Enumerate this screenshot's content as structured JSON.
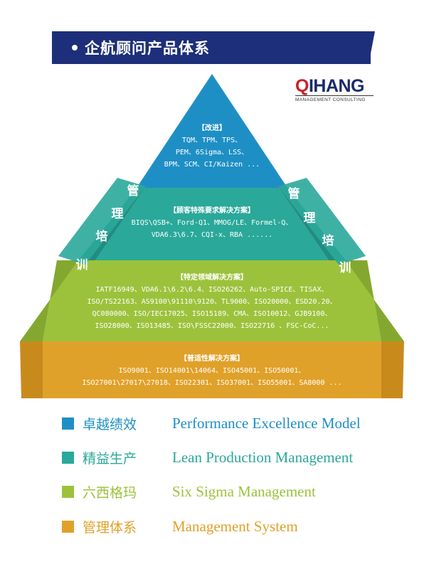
{
  "header": {
    "title": "企航顾问产品体系"
  },
  "logo": {
    "brand_q": "Q",
    "brand_rest": "IHANG",
    "subtitle": "MANAGEMENT CONSULTING"
  },
  "pyramid": {
    "tiers": [
      {
        "heading": "【改进】",
        "lines": [
          "TQM、TPM、TPS、",
          "PEM、6Sigma、LSS、",
          "BPM、SCM、CI/Kaizen ..."
        ],
        "color": "#1e8fc4"
      },
      {
        "heading": "【顾客特殊要求解决方案】",
        "lines": [
          "BIQS\\QSB+、Ford-Q1、MMOG/LE、Formel-Q、",
          "VDA6.3\\6.7、CQI-x、RBA ......"
        ],
        "color": "#2aa89a"
      },
      {
        "heading": "【特定领域解决方案】",
        "lines": [
          "IATF16949、VDA6.1\\6.2\\6.4、ISO26262、Auto-SPICE、TISAX、",
          "ISO/TS22163、AS9100\\91110\\9120、TL9000、ISO20000、ESD20.20、",
          "QC080000、ISO/IEC17025、ISO15189、CMA、ISO10012、GJB9100、",
          "ISO28000、ISO13485、ISO\\FSSC22000、ISO22716 、FSC-CoC..."
        ],
        "color": "#9cc23c"
      },
      {
        "heading": "【普适性解决方案】",
        "lines": [
          "ISO9001、ISO14001\\14064、ISO45001、ISO50001、",
          "ISO27001\\27017\\27018、ISO22301、ISO37001、ISO55001、SA8000 ..."
        ],
        "color": "#e0a12a"
      }
    ],
    "left_side_chars": [
      "管",
      "理",
      "培",
      "训"
    ],
    "right_side_chars": [
      "管",
      "理",
      "培",
      "训"
    ]
  },
  "legend": [
    {
      "cn": "卓越绩效",
      "en": "Performance Excellence Model",
      "color": "#1e8fc4"
    },
    {
      "cn": "精益生产",
      "en": "Lean Production Management",
      "color": "#2aa89a"
    },
    {
      "cn": "六西格玛",
      "en": "Six Sigma Management",
      "color": "#9cc23c"
    },
    {
      "cn": "管理体系",
      "en": "Management System",
      "color": "#e0a12a"
    }
  ]
}
